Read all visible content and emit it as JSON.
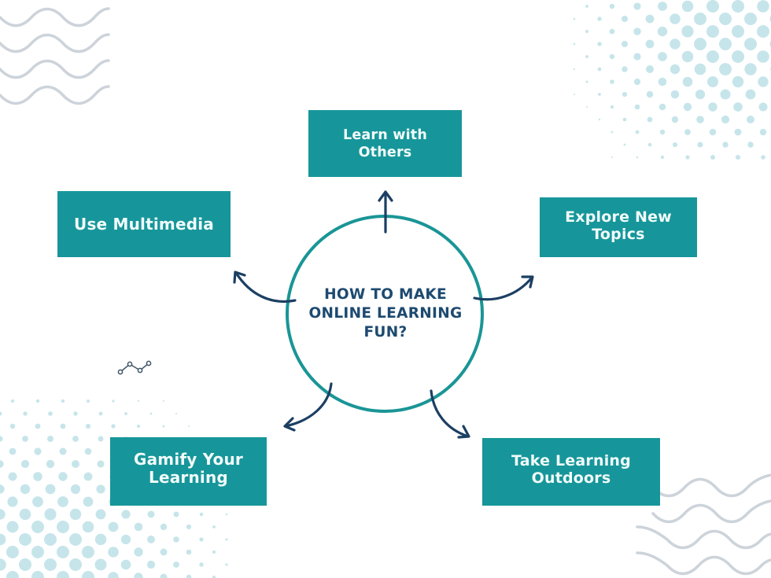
{
  "diagram": {
    "title_lines": [
      "HOW TO MAKE",
      "ONLINE LEARNING",
      "FUN?"
    ],
    "nodes": [
      {
        "id": "learn-with-others",
        "lines": [
          "Learn with Others"
        ]
      },
      {
        "id": "use-multimedia",
        "lines": [
          "Use Multimedia"
        ]
      },
      {
        "id": "explore-new-topics",
        "lines": [
          "Explore New",
          "Topics"
        ]
      },
      {
        "id": "gamify-your-learning",
        "lines": [
          "Gamify Your",
          "Learning"
        ]
      },
      {
        "id": "take-learning-outdoors",
        "lines": [
          "Take Learning",
          "Outdoors"
        ]
      }
    ]
  },
  "colors": {
    "box_fill": "#16969a",
    "box_text": "#f2fbfb",
    "circle_stroke": "#1a9596",
    "arrow": "#1c3f63",
    "title_text": "#1d4a70",
    "dots": "#c6e5ea",
    "waves": "#cdd3da"
  },
  "icons": {
    "decorative": [
      "wave-lines-icon",
      "halftone-dots-icon",
      "line-chart-icon"
    ]
  }
}
